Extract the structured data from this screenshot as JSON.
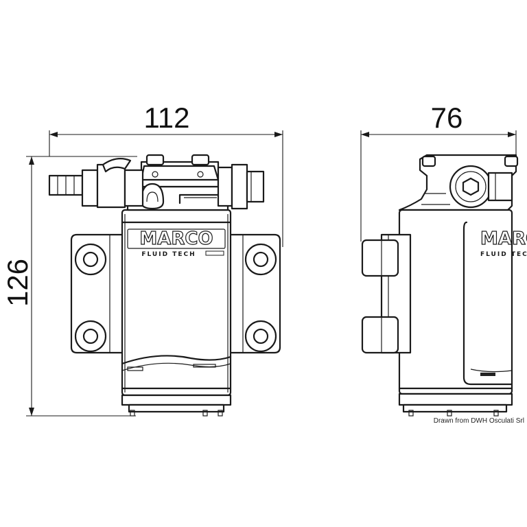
{
  "dimensions": {
    "width_front": "112",
    "width_side": "76",
    "height": "126"
  },
  "logo": {
    "brand": "MARCO",
    "subtitle": "FLUID TECH"
  },
  "credit": "Drawn from DWH Osculati Srl"
}
